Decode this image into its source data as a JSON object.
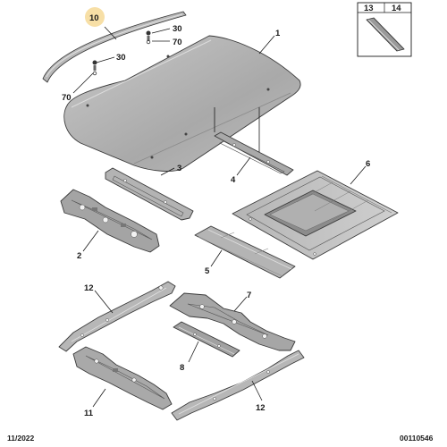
{
  "callouts": {
    "c1": "1",
    "c2": "2",
    "c3": "3",
    "c4": "4",
    "c5": "5",
    "c6": "6",
    "c7": "7",
    "c8": "8",
    "c10": "10",
    "c11": "11",
    "c12a": "12",
    "c12b": "12",
    "c13": "13",
    "c14": "14",
    "c30a": "30",
    "c30b": "30",
    "c70a": "70",
    "c70b": "70"
  },
  "footer": {
    "date": "11/2022",
    "ref": "00110546"
  },
  "colors": {
    "highlight": "#f7dfa6",
    "part_fill": "#bdbdbd",
    "part_dark": "#8f8f8f",
    "part_light": "#d6d6d6",
    "line": "#1a1a1a"
  }
}
